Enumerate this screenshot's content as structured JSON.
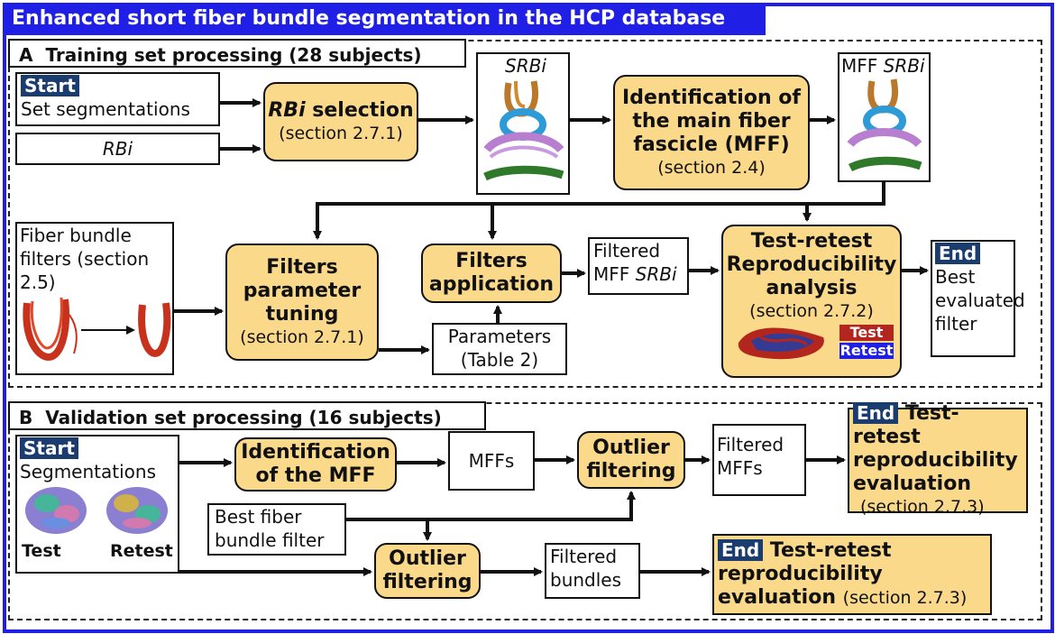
{
  "title": "Enhanced short fiber bundle segmentation in the HCP database",
  "sectionA": {
    "letter": "A",
    "label": "Training set processing (28 subjects)",
    "start_tag": "Start",
    "start_text": "Set segmentations",
    "rbi_input": "RBi",
    "rbi_selection_title": "selection",
    "rbi_selection_title_italic": "RBi",
    "rbi_selection_section": "(section 2.7.1)",
    "srbi_label": "SRBi",
    "identification_title": "Identification of the main fiber fascicle (MFF)",
    "identification_section": "(section 2.4)",
    "mff_srbi_prefix": "MFF",
    "mff_srbi_italic": "SRBi",
    "fiber_filters_text": "Fiber bundle filters (section 2.5)",
    "tuning_title": "Filters parameter tuning",
    "tuning_section": "(section 2.7.1)",
    "application_title": "Filters application",
    "filtered_line1": "Filtered",
    "filtered_line2_prefix": "MFF",
    "filtered_line2_italic": "SRBi",
    "parameters_text": "Parameters (Table 2)",
    "reproducibility_title": "Test-retest Reproducibility analysis",
    "reproducibility_section": "(section 2.7.2)",
    "legend_test": "Test",
    "legend_retest": "Retest",
    "end_tag": "End",
    "end_text": "Best evaluated filter"
  },
  "sectionB": {
    "letter": "B",
    "label": "Validation set processing (16 subjects)",
    "start_tag": "Start",
    "start_text": "Segmentations",
    "brain_test": "Test",
    "brain_retest": "Retest",
    "identification_title": "Identification of the MFF",
    "mffs": "MFFs",
    "outlier1_title": "Outlier filtering",
    "filtered_mffs": "Filtered MFFs",
    "end1_tag": "End",
    "end1_title": "Test-retest reproducibility evaluation",
    "end1_section": "(section 2.7.3)",
    "best_filter": "Best fiber bundle filter",
    "outlier2_title": "Outlier filtering",
    "filtered_bundles": "Filtered bundles",
    "end2_tag": "End",
    "end2_title": "Test-retest reproducibility evaluation",
    "end2_section": "(section 2.7.3)"
  },
  "colors": {
    "frame_blue": "#1f1fe6",
    "box_yellow": "#fbd98a",
    "tag_navy": "#1a3c6e",
    "test_red": "#b3261e",
    "retest_blue": "#1f1fe6"
  }
}
